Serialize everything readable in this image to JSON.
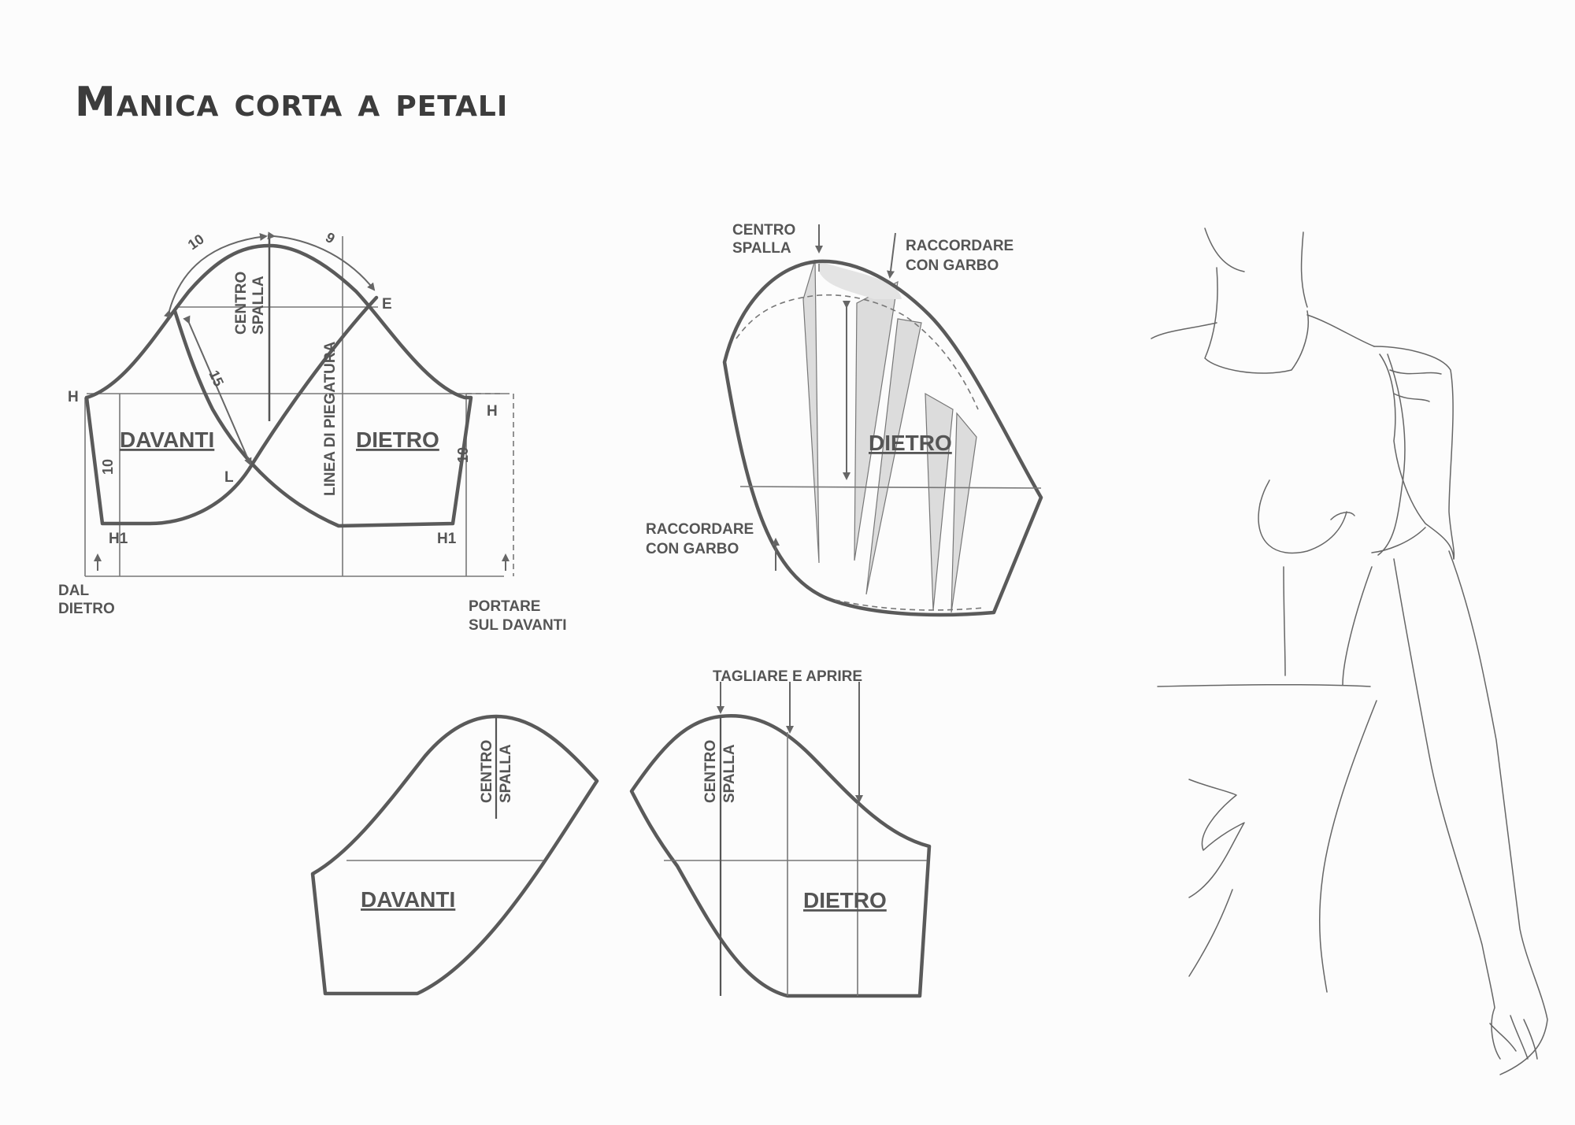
{
  "title": "Manica corta a petali",
  "diagram1": {
    "measure_front_arc": "10",
    "measure_back_arc": "9",
    "measure_diag": "15",
    "measure_side_left": "10",
    "measure_side_right": "10",
    "point_h_left": "H",
    "point_h_right": "H",
    "point_e": "E",
    "point_l": "L",
    "point_h1_left": "H1",
    "point_h1_right": "H1",
    "centro": "CENTRO",
    "spalla": "SPALLA",
    "fold_line": "LINEA DI PIEGATURA",
    "davanti": "DAVANTI",
    "dietro": "DIETRO",
    "dal": "DAL",
    "dal_dietro": "DIETRO",
    "portare": "PORTARE",
    "sul_davanti": "SUL DAVANTI"
  },
  "diagram2": {
    "centro": "CENTRO",
    "spalla": "SPALLA",
    "raccordare_top": "RACCORDARE",
    "con_garbo_top": "CON GARBO",
    "raccordare_bottom": "RACCORDARE",
    "con_garbo_bottom": "CON GARBO",
    "dietro": "DIETRO"
  },
  "diagram3": {
    "centro_left": "CENTRO",
    "spalla_left": "SPALLA",
    "davanti": "DAVANTI",
    "tagliare": "TAGLIARE E APRIRE",
    "centro_right": "CENTRO",
    "spalla_right": "SPALLA",
    "dietro": "DIETRO"
  }
}
